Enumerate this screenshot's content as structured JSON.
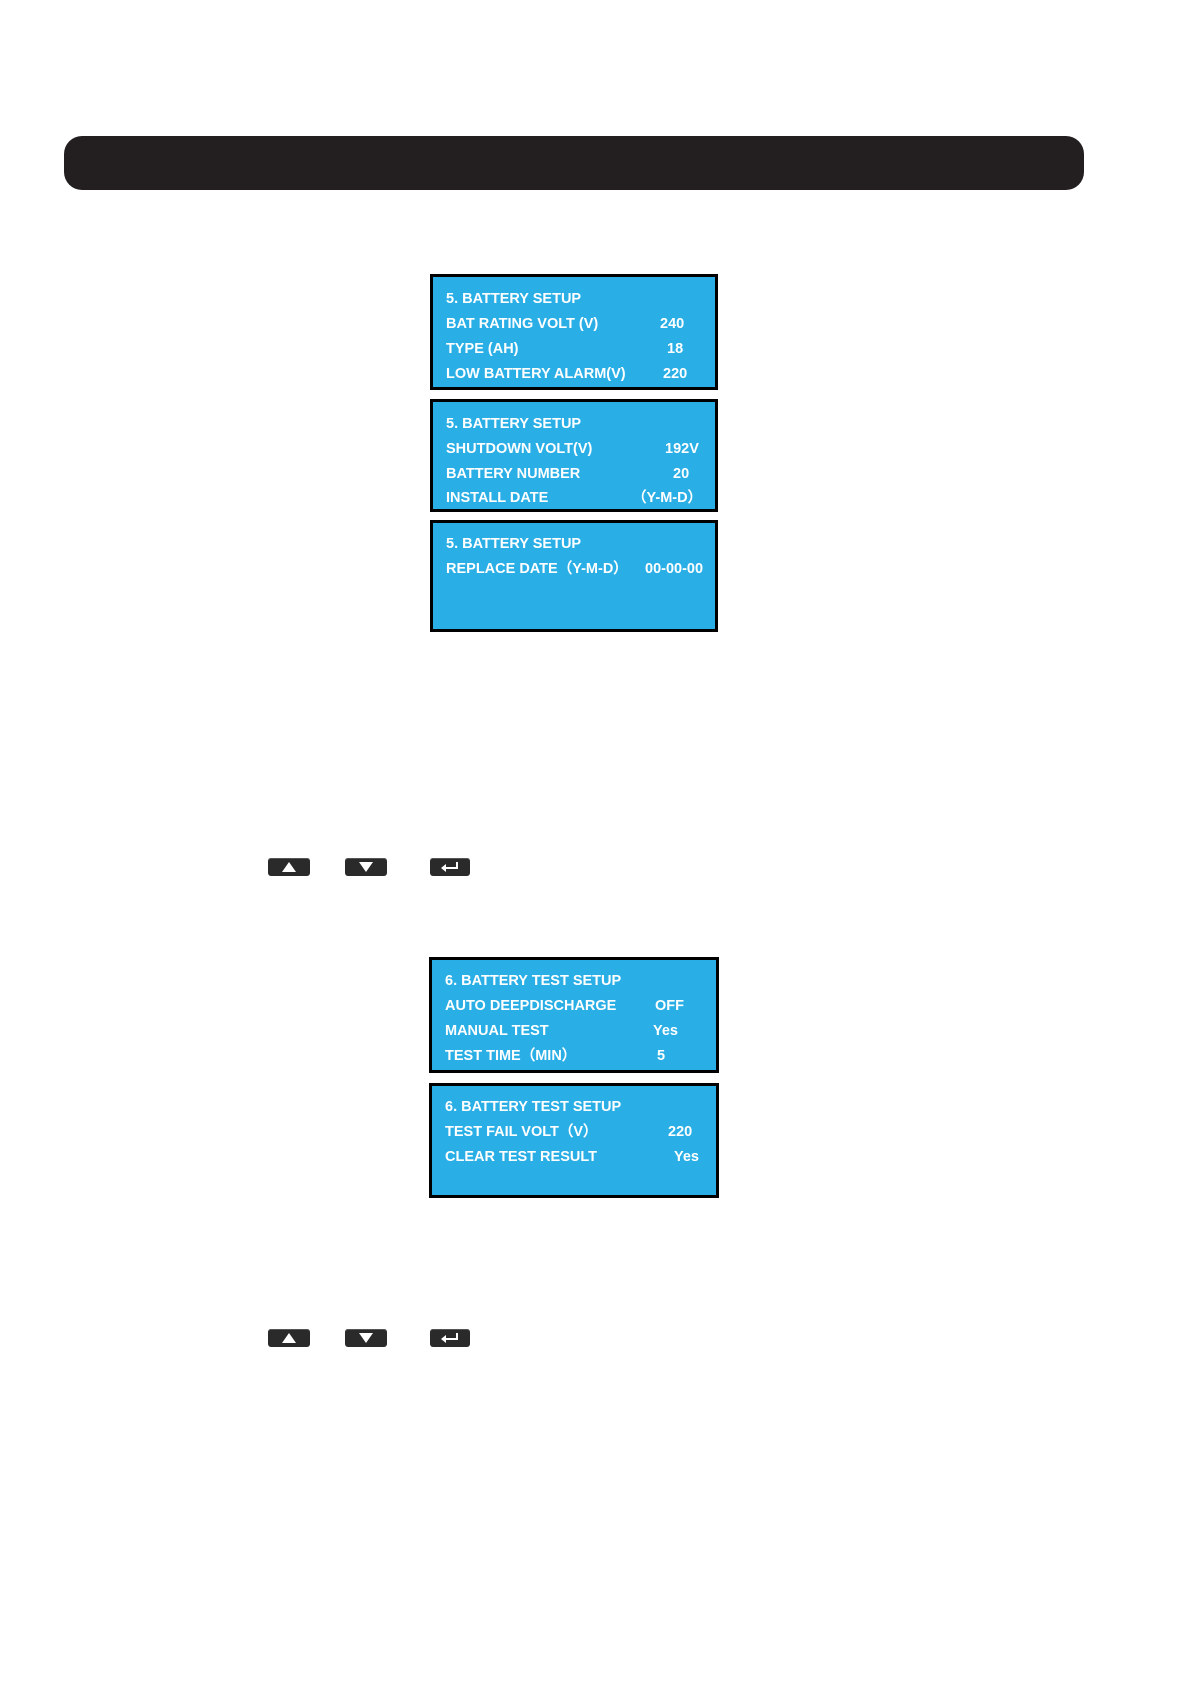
{
  "screens": [
    {
      "rows": [
        {
          "label": "5. BATTERY SETUP",
          "value": ""
        },
        {
          "label": "BAT RATING VOLT (V)",
          "value": "240"
        },
        {
          "label": "TYPE (AH)",
          "value": "18"
        },
        {
          "label": "LOW BATTERY ALARM(V)",
          "value": "220"
        }
      ]
    },
    {
      "rows": [
        {
          "label": "5. BATTERY SETUP",
          "value": ""
        },
        {
          "label": "SHUTDOWN VOLT(V)",
          "value": "192V"
        },
        {
          "label": "BATTERY NUMBER",
          "value": "20"
        },
        {
          "label": "INSTALL DATE",
          "value": "（Y-M-D）"
        }
      ]
    },
    {
      "rows": [
        {
          "label": "5. BATTERY SETUP",
          "value": ""
        },
        {
          "label": "REPLACE DATE（Y-M-D）",
          "value": "00-00-00"
        }
      ]
    },
    {
      "rows": [
        {
          "label": "6. BATTERY TEST SETUP",
          "value": ""
        },
        {
          "label": "AUTO DEEPDISCHARGE",
          "value": "OFF"
        },
        {
          "label": "MANUAL TEST",
          "value": "Yes"
        },
        {
          "label": "TEST TIME（MIN）",
          "value": "5"
        }
      ]
    },
    {
      "rows": [
        {
          "label": "6. BATTERY TEST SETUP",
          "value": ""
        },
        {
          "label": "TEST FAIL VOLT（V）",
          "value": "220"
        },
        {
          "label": "CLEAR TEST RESULT",
          "value": "Yes"
        }
      ]
    }
  ],
  "keys": {
    "up": "up-arrow-icon",
    "down": "down-arrow-icon",
    "enter": "enter-icon"
  },
  "colors": {
    "lcd_background": "#29aee6",
    "header_bar": "#231f20"
  }
}
